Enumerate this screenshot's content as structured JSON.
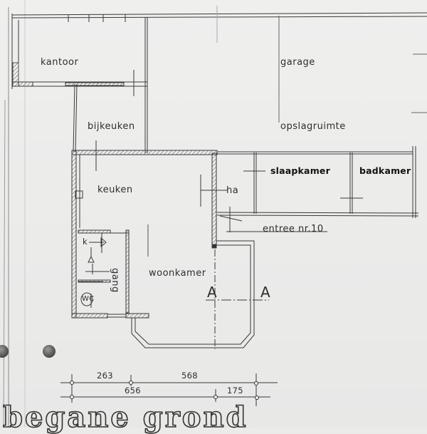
{
  "drawing": {
    "title": "begane grond",
    "rooms": {
      "kantoor": "kantoor",
      "garage": "garage",
      "bijkeuken": "bijkeuken",
      "opslagruimte": "opslagruimte",
      "keuken": "keuken",
      "hal": "ha",
      "slaapkamer": "slaapkamer",
      "badkamer": "badkamer",
      "entree": "entree nr.10",
      "woonkamer": "woonkamer",
      "gang": "gang",
      "wc": "WC",
      "kast": "k"
    },
    "section_marker": {
      "left": "A",
      "right": "A"
    },
    "dimensions": {
      "top_row": [
        "263",
        "568"
      ],
      "bottom_row": [
        "656",
        "175"
      ]
    },
    "colors": {
      "line": "#3a3a3a",
      "paper": "#ebebea",
      "hatch": "#555555"
    }
  }
}
